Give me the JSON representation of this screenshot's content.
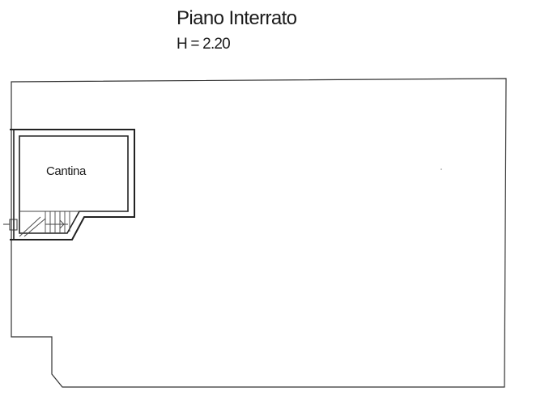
{
  "plan": {
    "title": "Piano Interrato",
    "height": "H = 2.20",
    "rooms": [
      {
        "label": "Cantina"
      }
    ]
  },
  "colors": {
    "line": "#222222",
    "background": "#ffffff"
  }
}
